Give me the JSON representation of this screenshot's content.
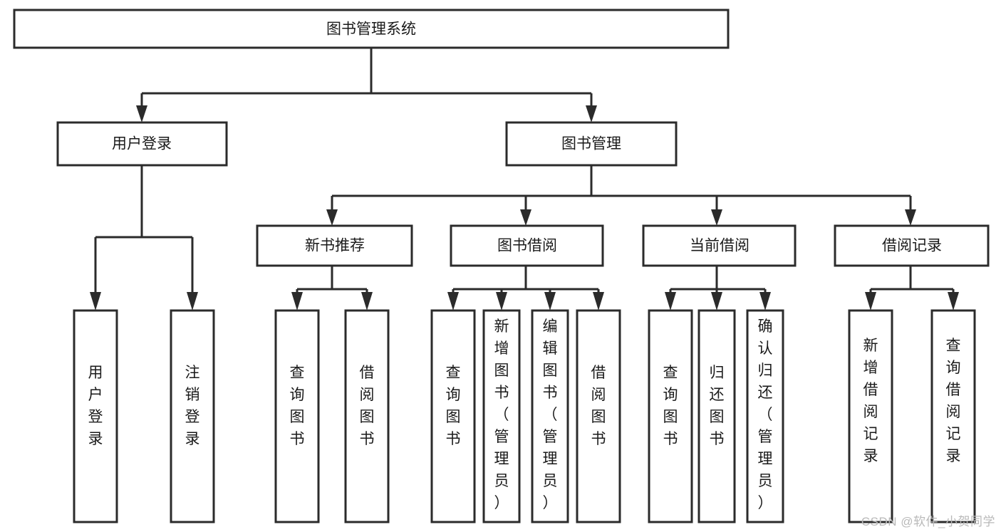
{
  "diagram": {
    "type": "tree",
    "title": "图书管理系统",
    "orientation": "top-down",
    "watermark": "CSDN @软件_小贺同学",
    "colors": {
      "stroke": "#2b2b2b",
      "fill": "#ffffff",
      "text": "#1a1a1a",
      "watermark": "#b9b9b9"
    },
    "levels": [
      {
        "level": 1,
        "nodes": [
          {
            "id": "root",
            "label": "图书管理系统",
            "orientation": "horizontal"
          }
        ]
      },
      {
        "level": 2,
        "nodes": [
          {
            "id": "login",
            "label": "用户登录",
            "orientation": "horizontal",
            "parent": "root"
          },
          {
            "id": "bookmgmt",
            "label": "图书管理",
            "orientation": "horizontal",
            "parent": "root"
          }
        ]
      },
      {
        "level": 3,
        "nodes": [
          {
            "id": "newbook",
            "label": "新书推荐",
            "orientation": "horizontal",
            "parent": "bookmgmt"
          },
          {
            "id": "borrow",
            "label": "图书借阅",
            "orientation": "horizontal",
            "parent": "bookmgmt"
          },
          {
            "id": "current",
            "label": "当前借阅",
            "orientation": "horizontal",
            "parent": "bookmgmt"
          },
          {
            "id": "records",
            "label": "借阅记录",
            "orientation": "horizontal",
            "parent": "bookmgmt"
          }
        ]
      },
      {
        "level": 4,
        "nodes": [
          {
            "id": "leaf1",
            "label": "用户登录",
            "orientation": "vertical",
            "parent": "login"
          },
          {
            "id": "leaf2",
            "label": "注销登录",
            "orientation": "vertical",
            "parent": "login"
          },
          {
            "id": "leaf3",
            "label": "查询图书",
            "orientation": "vertical",
            "parent": "newbook"
          },
          {
            "id": "leaf4",
            "label": "借阅图书",
            "orientation": "vertical",
            "parent": "newbook"
          },
          {
            "id": "leaf5",
            "label": "查询图书",
            "orientation": "vertical",
            "parent": "borrow"
          },
          {
            "id": "leaf6",
            "label": "新增图书（管理员）",
            "orientation": "vertical",
            "parent": "borrow"
          },
          {
            "id": "leaf7",
            "label": "编辑图书（管理员）",
            "orientation": "vertical",
            "parent": "borrow"
          },
          {
            "id": "leaf8",
            "label": "借阅图书",
            "orientation": "vertical",
            "parent": "borrow"
          },
          {
            "id": "leaf9",
            "label": "查询图书",
            "orientation": "vertical",
            "parent": "current"
          },
          {
            "id": "leaf10",
            "label": "归还图书",
            "orientation": "vertical",
            "parent": "current"
          },
          {
            "id": "leaf11",
            "label": "确认归还（管理员）",
            "orientation": "vertical",
            "parent": "current"
          },
          {
            "id": "leaf12",
            "label": "新增借阅记录",
            "orientation": "vertical",
            "parent": "records"
          },
          {
            "id": "leaf13",
            "label": "查询借阅记录",
            "orientation": "vertical",
            "parent": "records"
          }
        ]
      }
    ]
  }
}
